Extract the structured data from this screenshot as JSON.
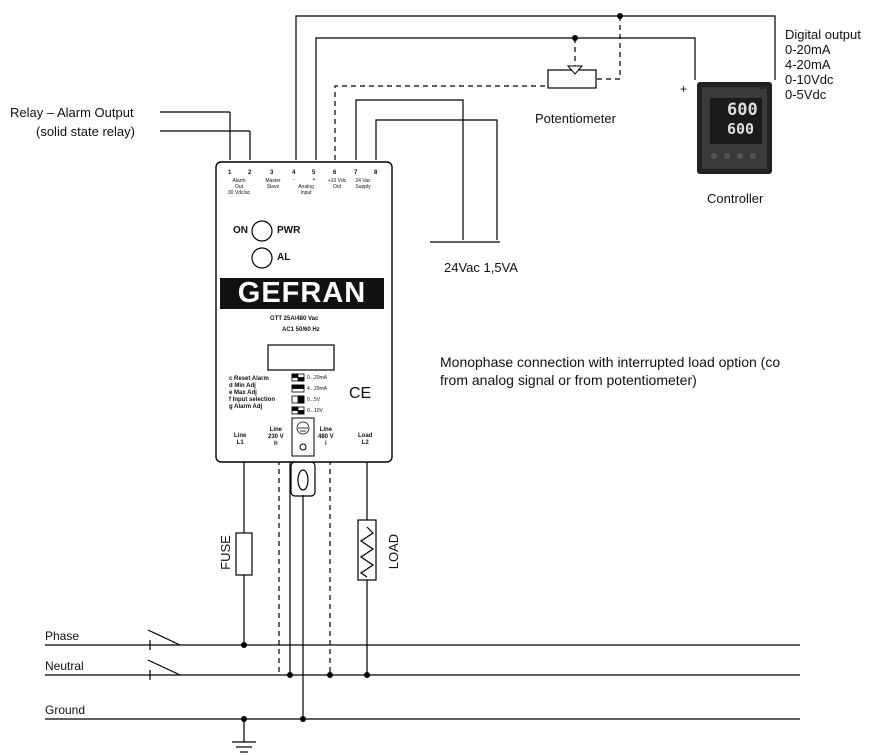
{
  "device": {
    "brand": "GEFRAN",
    "model": "GTT 25A/480 Vac",
    "rating": "AC1 50/60 Hz",
    "on_label": "ON",
    "pwr_label": "PWR",
    "al_label": "AL",
    "ce_mark": "CE",
    "terminals": [
      {
        "num": "1",
        "desc": ""
      },
      {
        "num": "2",
        "desc": ""
      },
      {
        "num": "3",
        "desc": "Master\nSlave"
      },
      {
        "num": "4",
        "desc": "-"
      },
      {
        "num": "5",
        "desc": "+"
      },
      {
        "num": "6",
        "desc": "+10 Vdc\nOut"
      },
      {
        "num": "7",
        "desc": "24 Vac\nSupply"
      },
      {
        "num": "8",
        "desc": ""
      }
    ],
    "alarm_out_label": "Alarm\nOut\n30 Vdc/ac",
    "analog_input_label": "Analog\nInput",
    "settings": [
      "c Reset Alarm",
      "d Min Adj",
      "e Max Adj",
      "f Input selection",
      "g Alarm Adj"
    ],
    "dip_options": [
      "0...20mA",
      "4...20mA",
      "0...5V",
      "0...10V"
    ],
    "line_terms": {
      "line_l1": "Line\nL1",
      "line_230": "Line\n230 V\nh",
      "line_480": "Line\n480 V\ni",
      "load_l2": "Load\nL2"
    }
  },
  "labels": {
    "relay_line1": "Relay – Alarm Output",
    "relay_line2": "(solid state relay)",
    "digital_output": [
      "Digital output",
      "0-20mA",
      "4-20mA",
      "0-10Vdc",
      "0-5Vdc"
    ],
    "potentiometer": "Potentiometer",
    "controller": "Controller",
    "controller_display_top": "600",
    "controller_display_bottom": "600",
    "plus": "+",
    "minus": "–",
    "supply": "24Vac 1,5VA",
    "description_line1": "Monophase connection with interrupted load option (co",
    "description_line2": "from analog signal or from potentiometer)",
    "fuse": "FUSE",
    "load": "LOAD",
    "phase": "Phase",
    "neutral": "Neutral",
    "ground": "Ground"
  }
}
